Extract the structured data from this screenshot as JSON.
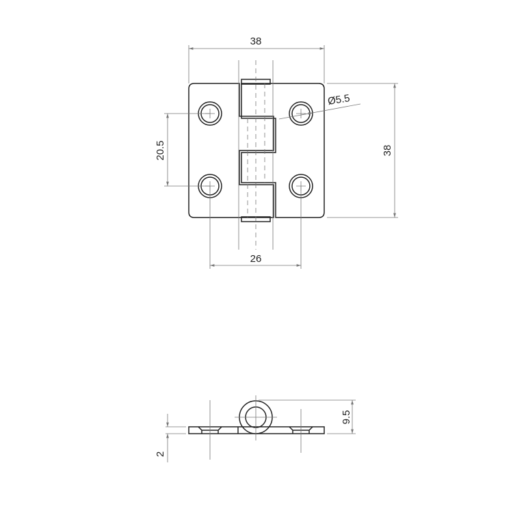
{
  "top_view": {
    "width_label": "38",
    "height_label": "38",
    "hole_spacing_vertical_label": "20.5",
    "hole_spacing_horizontal_label": "26",
    "hole_diameter_label": "Ø5.5"
  },
  "side_view": {
    "height_label": "9.5",
    "thickness_label": "2"
  }
}
